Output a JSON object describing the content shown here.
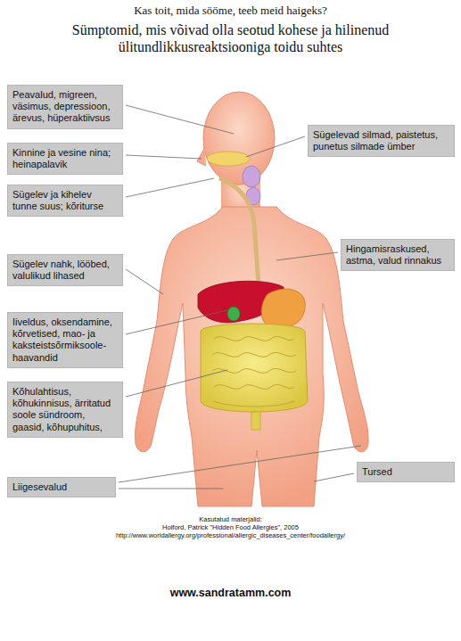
{
  "diagram": {
    "title": "Kas toit, mida sööme, teeb meid haigeks?",
    "nodes": [
      {
        "text": [
          "Peavalud, migreen, väsimus, depressioon, ärevus, hüperaktiivsus"
        ]
      },
      {
        "text": [
          "Sügelevad silmad, paistetus, punetus silmade ümber"
        ]
      },
      {
        "text": [
          "Kinnine ja vesine nina; heinapalavik"
        ]
      },
      {
        "text": [
          "Sügelev ja kihelev tunne suus; kõriturse"
        ]
      },
      {
        "text": [
          "Sügelev nahk, lööbed, valulikud lihased"
        ]
      },
      {
        "text": [
          "Hingamisraskused, astma, valud rinnakus"
        ]
      },
      {
        "text": [
          "Iiveldus, oksendamine, kõrvetised, mao- ja kaksteistsõrmiksoole- haavandid"
        ]
      },
      {
        "text": [
          "Kõhulahtisus, kõhukinnisus, ärritatud soole sündroom, gaasid, kõhupuhitus,"
        ]
      },
      {
        "text": [
          "Tursed"
        ]
      },
      {
        "text": [
          "Liigesevalud"
        ]
      }
    ],
    "labels": [
      "Sümptomid, mis võivad olla seotud kohese ja hilinenud ülitundlikkusreaktsiooniga toidu suhtes",
      "Kasutatud materjalid:",
      "Holford, Patrick \"Hidden Food Allergies\", 2005",
      "http://www.worldallergy.org/professional/allergic_diseases_center/foodallergy/",
      "www.sandratamm.com"
    ]
  }
}
